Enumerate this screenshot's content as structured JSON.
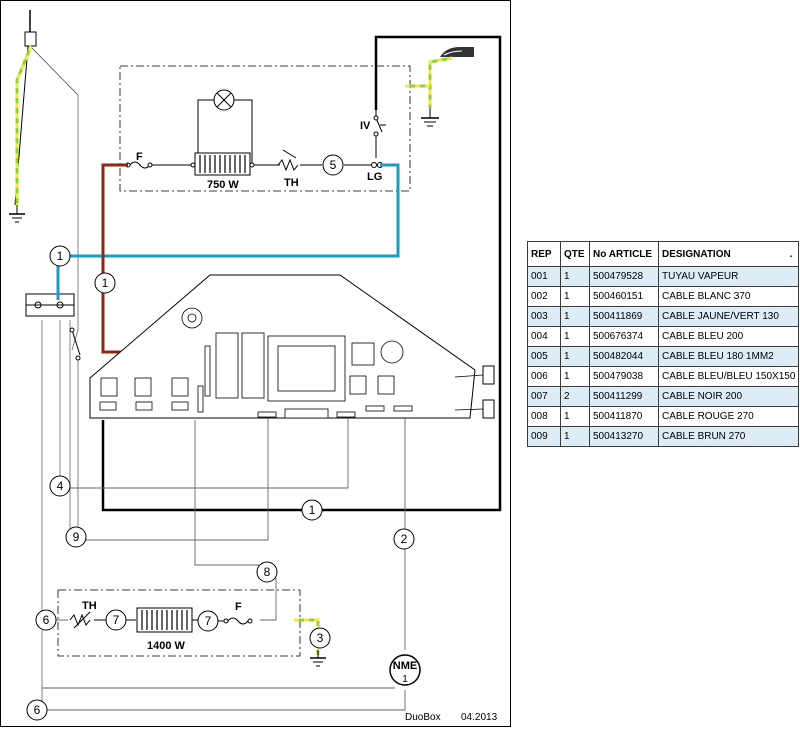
{
  "labels": {
    "fuse_top": "F",
    "heater_top_power": "750 W",
    "thermostat_top": "TH",
    "light_switch": "IV",
    "lg": "LG",
    "thermostat_bottom": "TH",
    "fuse_bottom": "F",
    "heater_bottom_power": "1400 W",
    "nme": "NME",
    "nme_pin": "1",
    "footer_brand": "DuoBox",
    "footer_date": "04.2013"
  },
  "markers": {
    "m1_left": "1",
    "m1_brown": "1",
    "m5": "5",
    "m4": "4",
    "m1_bottom": "1",
    "m9": "9",
    "m2": "2",
    "m8": "8",
    "m6_upper": "6",
    "m7_left": "7",
    "m7_right": "7",
    "m3": "3",
    "m6_lower": "6"
  },
  "colors": {
    "brown_wire": "#8b2a12",
    "blue_wire": "#1f9ac4",
    "earth_green": "#8fcf3e",
    "earth_yellow": "#f2e93b",
    "table_shade": "#dcedf8"
  },
  "parts_table": {
    "headers": [
      "REP",
      "QTE",
      "No ARTICLE",
      "DESIGNATION"
    ],
    "header_mark": ".",
    "rows": [
      {
        "rep": "001",
        "qte": "1",
        "article": "500479528",
        "designation": "TUYAU VAPEUR"
      },
      {
        "rep": "002",
        "qte": "1",
        "article": "500460151",
        "designation": "CABLE BLANC 370"
      },
      {
        "rep": "003",
        "qte": "1",
        "article": "500411869",
        "designation": "CABLE JAUNE/VERT 130"
      },
      {
        "rep": "004",
        "qte": "1",
        "article": "500676374",
        "designation": "CABLE BLEU 200"
      },
      {
        "rep": "005",
        "qte": "1",
        "article": "500482044",
        "designation": "CABLE BLEU 180 1MM2"
      },
      {
        "rep": "006",
        "qte": "1",
        "article": "500479038",
        "designation": "CABLE BLEU/BLEU 150X150"
      },
      {
        "rep": "007",
        "qte": "2",
        "article": "500411299",
        "designation": "CABLE NOIR 200"
      },
      {
        "rep": "008",
        "qte": "1",
        "article": "500411870",
        "designation": "CABLE ROUGE 270"
      },
      {
        "rep": "009",
        "qte": "1",
        "article": "500413270",
        "designation": "CABLE BRUN 270"
      }
    ]
  }
}
